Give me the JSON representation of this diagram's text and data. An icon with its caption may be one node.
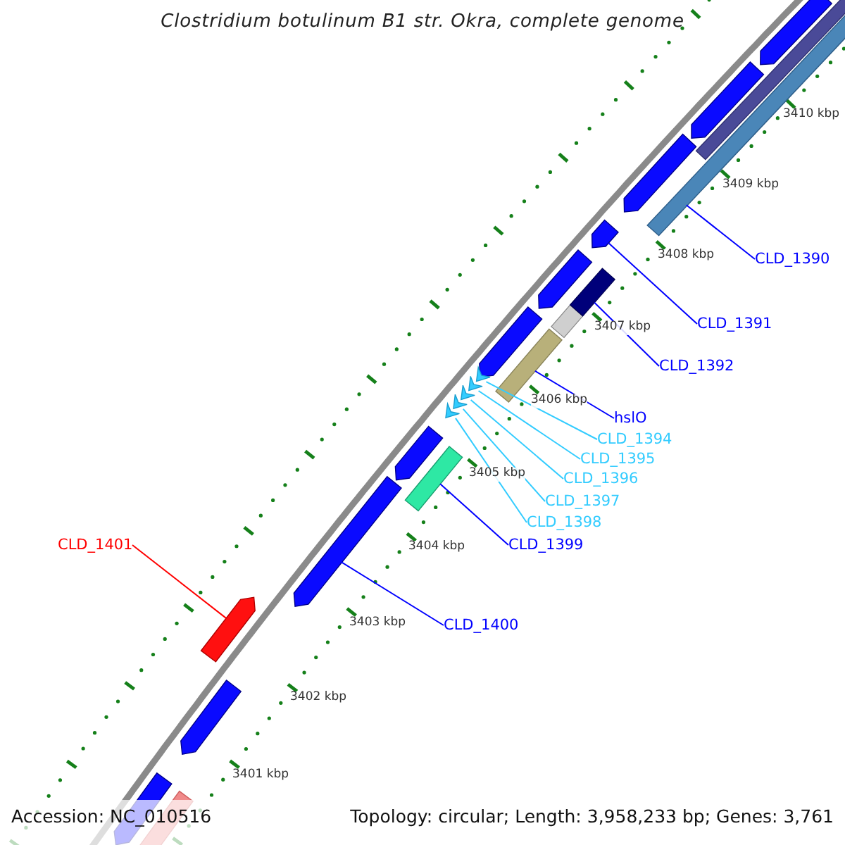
{
  "diagram": {
    "title": "Clostridium botulinum B1 str. Okra, complete genome",
    "nodes": [
      {
        "text": [
          "CLD_1390"
        ]
      },
      {
        "text": [
          "CLD_1391"
        ]
      },
      {
        "text": [
          "CLD_1392"
        ]
      },
      {
        "text": [
          "hslO"
        ]
      },
      {
        "text": [
          "CLD_1394"
        ]
      },
      {
        "text": [
          "CLD_1395"
        ]
      },
      {
        "text": [
          "CLD_1396"
        ]
      },
      {
        "text": [
          "CLD_1397"
        ]
      },
      {
        "text": [
          "CLD_1398"
        ]
      },
      {
        "text": [
          "CLD_1401"
        ]
      },
      {
        "text": [
          "CLD_1399"
        ]
      },
      {
        "text": [
          "CLD_1400"
        ]
      },
      {
        "text": [],
        "shape": "bar"
      },
      {
        "text": [],
        "shape": "bar"
      },
      {
        "text": [],
        "shape": "bar"
      },
      {
        "text": [],
        "shape": "bar"
      },
      {
        "text": [],
        "shape": "bar"
      },
      {
        "text": [],
        "shape": "bar"
      },
      {
        "text": [],
        "shape": "bar"
      },
      {
        "text": [],
        "shape": "bar"
      },
      {
        "text": [],
        "shape": "bar"
      },
      {
        "text": [],
        "shape": "bar"
      },
      {
        "text": [],
        "shape": "bar"
      },
      {
        "text": [],
        "shape": "bar"
      }
    ],
    "edges": [
      {
        "from": 0,
        "to": 12,
        "arrow": "none"
      },
      {
        "from": 1,
        "to": 13,
        "arrow": "none"
      },
      {
        "from": 2,
        "to": 14,
        "arrow": "none"
      },
      {
        "from": 3,
        "to": 15,
        "arrow": "none"
      },
      {
        "from": 4,
        "to": 16,
        "arrow": "none",
        "color": "#33ccff"
      },
      {
        "from": 5,
        "to": 17,
        "arrow": "none",
        "color": "#33ccff"
      },
      {
        "from": 6,
        "to": 18,
        "arrow": "none",
        "color": "#33ccff"
      },
      {
        "from": 7,
        "to": 19,
        "arrow": "none",
        "color": "#33ccff"
      },
      {
        "from": 8,
        "to": 20,
        "arrow": "none",
        "color": "#33ccff"
      },
      {
        "from": 9,
        "to": 23,
        "arrow": "none",
        "color": "#ff0000"
      },
      {
        "from": 10,
        "to": 21,
        "arrow": "none"
      },
      {
        "from": 11,
        "to": 22,
        "arrow": "none"
      }
    ],
    "labels": [
      "3410 kbp",
      "3409 kbp",
      "3408 kbp",
      "3407 kbp",
      "3406 kbp",
      "3405 kbp",
      "3404 kbp",
      "3403 kbp",
      "3402 kbp",
      "3401 kbp",
      "Accession: NC_010516",
      "Topology: circular; Length: 3,958,233 bp; Genes: 3,761"
    ]
  }
}
